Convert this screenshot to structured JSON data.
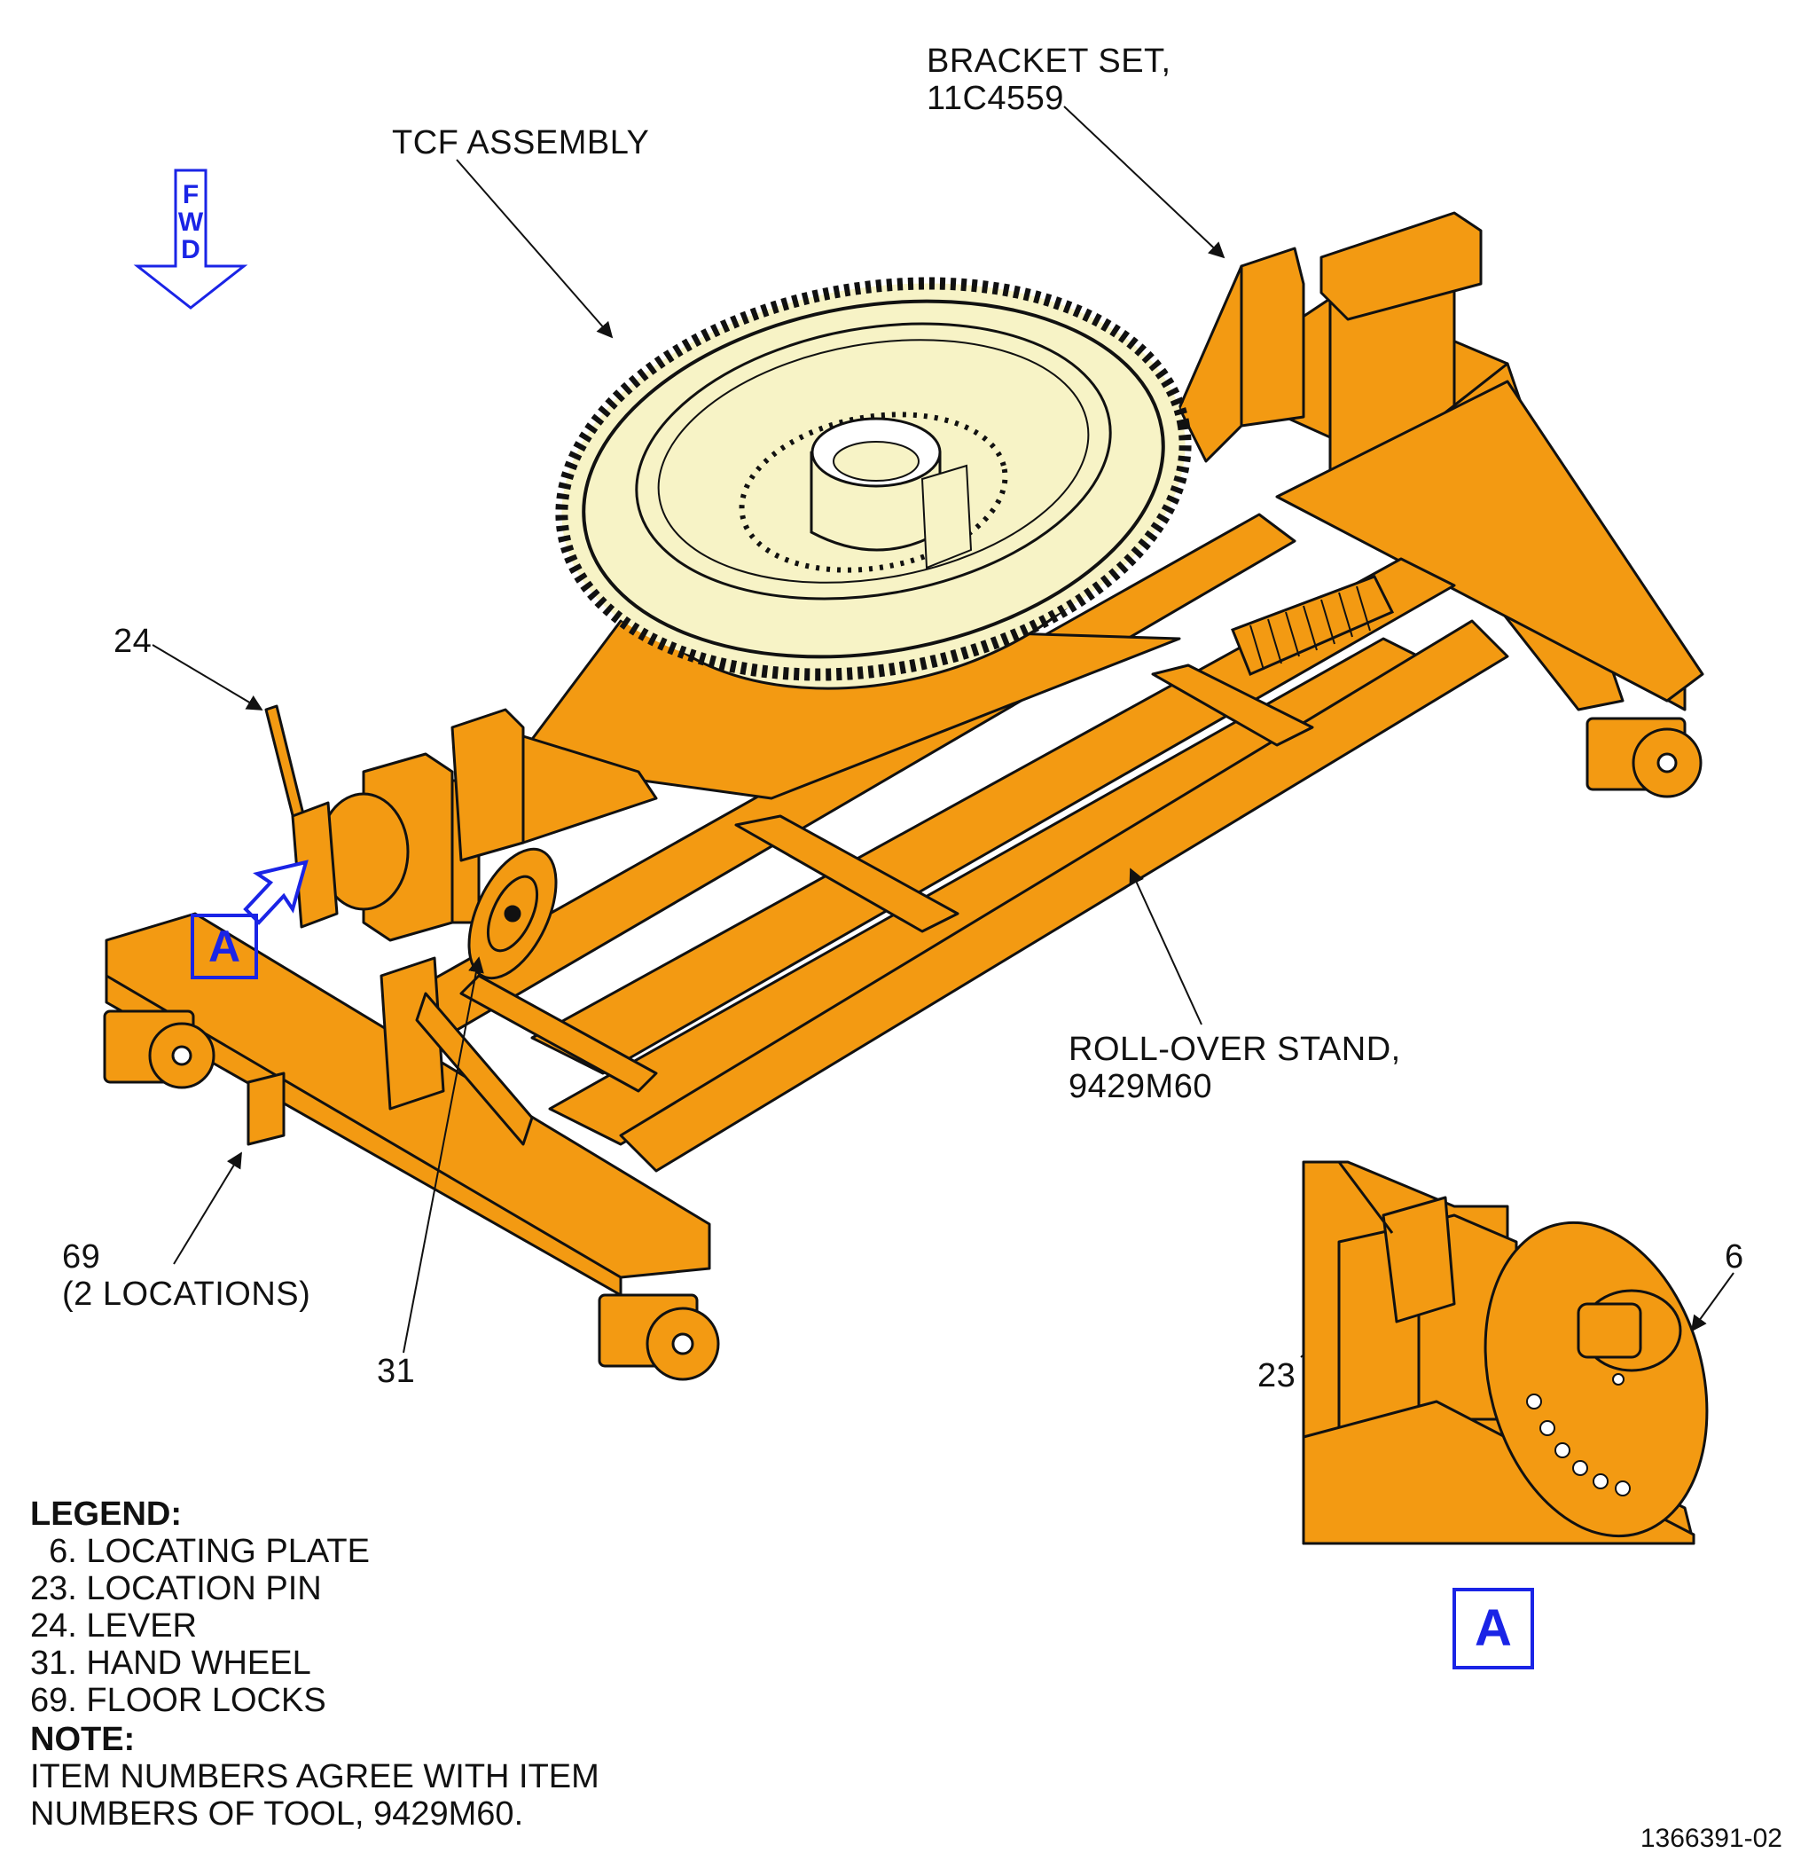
{
  "callouts": {
    "bracket_set": "BRACKET SET,\n11C4559",
    "tcf_assembly": "TCF ASSEMBLY",
    "roll_over_stand": "ROLL-OVER STAND,\n9429M60",
    "item_24": "24",
    "item_69": "69\n(2 LOCATIONS)",
    "item_31": "31",
    "item_23": "23",
    "item_6": "6",
    "fwd_letters": [
      "F",
      "W",
      "D"
    ],
    "view_a_label": "A",
    "view_a_detail_label": "A"
  },
  "legend": {
    "title": "LEGEND:",
    "items": [
      "  6. LOCATING PLATE",
      "23. LOCATION PIN",
      "24. LEVER",
      "31. HAND WHEEL",
      "69. FLOOR LOCKS"
    ]
  },
  "note": {
    "title": "NOTE:",
    "text": "ITEM NUMBERS AGREE WITH ITEM\nNUMBERS OF TOOL, 9429M60."
  },
  "figure_number": "1366391-02",
  "colors": {
    "stand_orange": "#f39a12",
    "assembly_cream": "#f7f3c6",
    "outline": "#111111",
    "view_marker_blue": "#1a24e6"
  }
}
